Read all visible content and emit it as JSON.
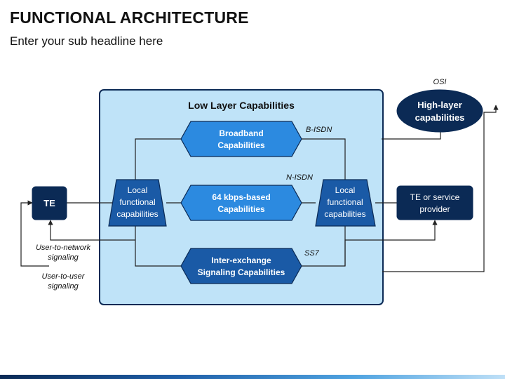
{
  "header": {
    "title": "FUNCTIONAL ARCHITECTURE",
    "subtitle": "Enter your sub headline here"
  },
  "diagram": {
    "panel_title": "Low Layer Capabilities",
    "nodes": {
      "te": "TE",
      "local_left": [
        "Local",
        "functional",
        "capabilities"
      ],
      "local_right": [
        "Local",
        "functional",
        "capabilities"
      ],
      "broadband": [
        "Broadband",
        "Capabilities"
      ],
      "kbps": [
        "64 kbps-based",
        "Capabilities"
      ],
      "interexchange": [
        "Inter-exchange",
        "Signaling Capabilities"
      ],
      "high_layer": [
        "High-layer",
        "capabilities"
      ],
      "te_service": [
        "TE or service",
        "provider"
      ]
    },
    "labels": {
      "osi": "OSI",
      "b_isdn": "B-ISDN",
      "n_isdn": "N-ISDN",
      "ss7": "SS7",
      "user_network": [
        "User-to-network",
        "signaling"
      ],
      "user_user": [
        "User-to-user",
        "signaling"
      ]
    },
    "colors": {
      "panel_fill": "#bfe3f8",
      "panel_stroke": "#0b2a55",
      "dark_navy": "#0b2a55",
      "mid_blue": "#1a5aa6",
      "bright_blue": "#2c8ae0",
      "line": "#222222"
    }
  }
}
